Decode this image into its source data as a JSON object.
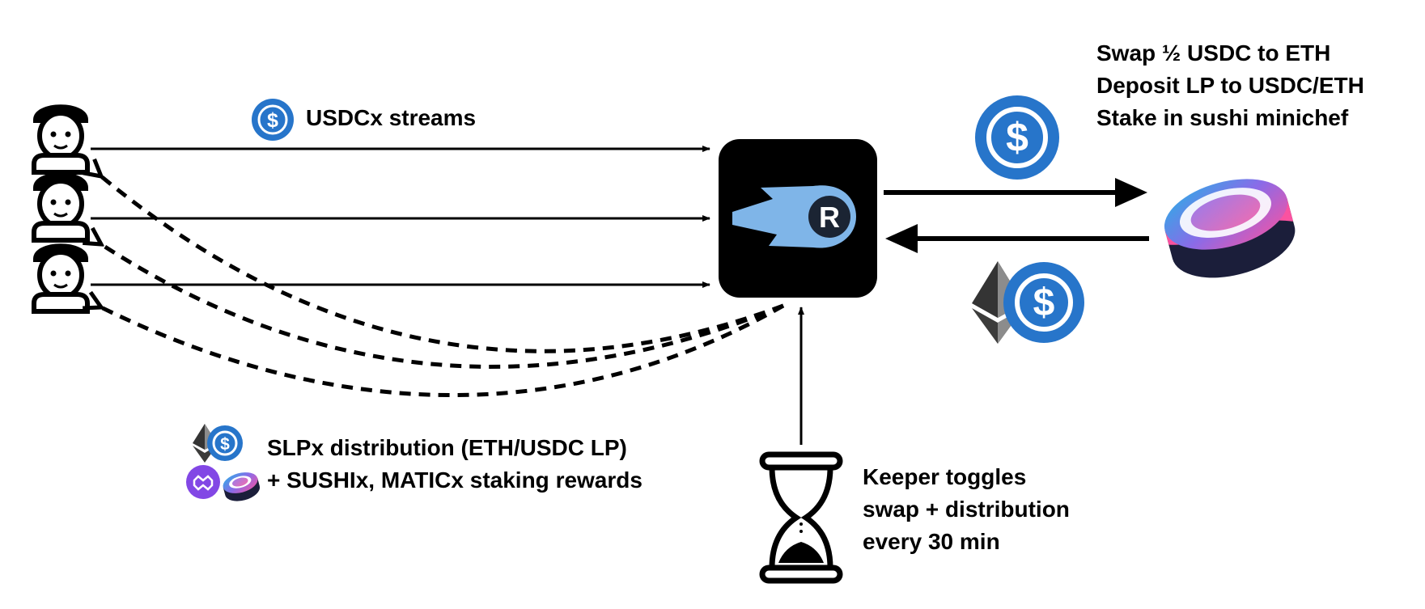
{
  "labels": {
    "streams": "USDCx streams",
    "sushi_steps": [
      "Swap ½ USDC to ETH",
      "Deposit LP to USDC/ETH",
      "Stake in sushi minichef"
    ],
    "distribution": [
      "SLPx distribution (ETH/USDC LP)",
      "+ SUSHIx, MATICx staking rewards"
    ],
    "keeper": [
      "Keeper toggles",
      "swap + distribution",
      "every 30 min"
    ]
  },
  "icons": {
    "users": "user-icon",
    "usdc": "usdc-coin-icon",
    "eth": "ethereum-icon",
    "app": "ricochet-logo-icon",
    "sushi": "sushi-logo-icon",
    "matic": "polygon-icon",
    "keeper": "hourglass-icon"
  },
  "colors": {
    "usdc": "#2775CA",
    "app_bg": "#000000",
    "app_logo": "#7FB5E8",
    "sushi_pink": "#FA52A0",
    "sushi_blue": "#27B0E6",
    "matic": "#8247E5"
  }
}
